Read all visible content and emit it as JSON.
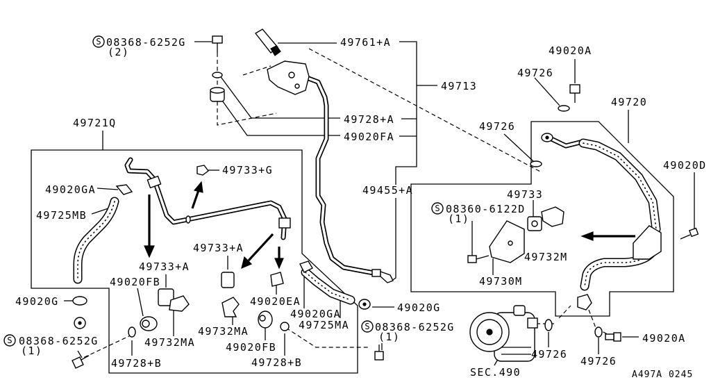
{
  "bolt_symbol": "S",
  "callouts": [
    "08368-6252G",
    "(2)",
    "49761+A",
    "49713",
    "49728+A",
    "49020FA",
    "49020A",
    "49726",
    "49720",
    "49726",
    "49721Q",
    "49020D",
    "49733+G",
    "49455+A",
    "49020GA",
    "49733",
    "08360-6122D",
    "(1)",
    "49725MB",
    "49733+A",
    "49732M",
    "49733+A",
    "49730M",
    "49020FB",
    "49020G",
    "49020EA",
    "49020G",
    "49020GA",
    "49725MA",
    "49732MA",
    "08368-6252G",
    "(1)",
    "49020A",
    "08368-6252G",
    "(1)",
    "49732MA",
    "49020FB",
    "49728+B",
    "49728+B",
    "49726",
    "49726",
    "SEC.490",
    "A497A 0245"
  ],
  "colors": {
    "ink": "#000000",
    "paper": "#ffffff"
  }
}
